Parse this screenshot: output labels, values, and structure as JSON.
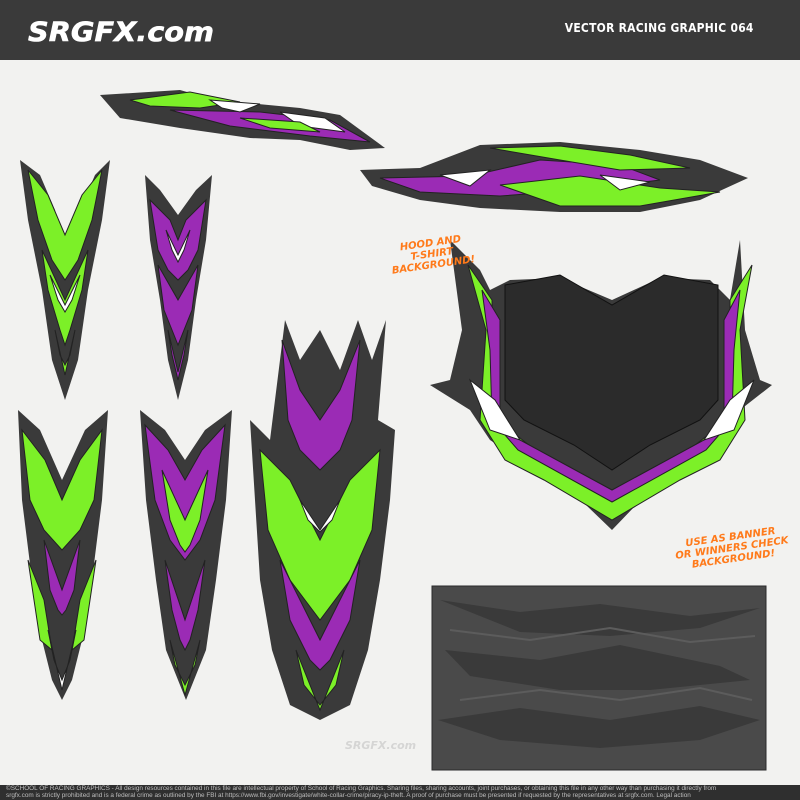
{
  "header": {
    "logo_text": "SRGFX.com",
    "title": "VECTOR RACING GRAPHIC 064"
  },
  "annotations": {
    "hood": [
      "HOOD AND",
      "T-SHIRT",
      "BACKGROUND!"
    ],
    "banner": [
      "USE AS BANNER",
      "OR WINNERS CHECK",
      "BACKGROUND!"
    ]
  },
  "watermark": "SRGFX.com",
  "footer": {
    "line1": "©SCHOOL OF RACING GRAPHICS - All design resources contained in this file are intellectual property of School of Racing Graphics. Sharing files, sharing accounts, joint purchases, or obtaining this file in any other way than purchasing it directly from",
    "line2": "srgfx.com is strictly prohibited and is a federal crime as outlined by the FBI at https://www.fbi.gov/investigate/white-collar-crime/piracy-ip-theft. A proof of purchase must be presented if requested by the representatives at srgfx.com. Legal action"
  },
  "colors": {
    "green": "#7cf028",
    "purple": "#9b2bb5",
    "dark": "#444444",
    "black": "#2b2b2b",
    "white": "#ffffff",
    "orange": "#ff7a1a"
  }
}
